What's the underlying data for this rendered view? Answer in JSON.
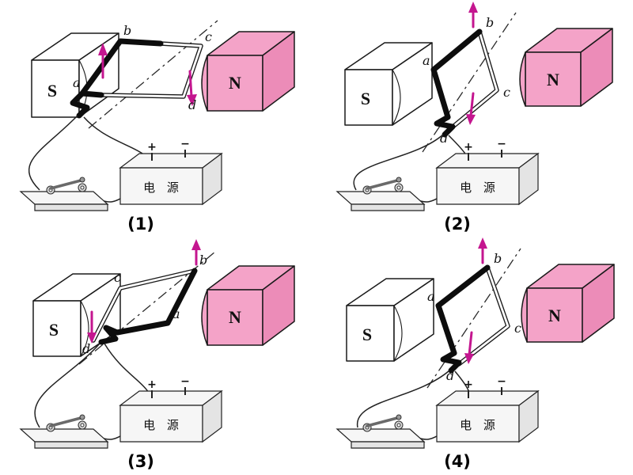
{
  "colors": {
    "magnet_n": "#f4a3c8",
    "magnet_n_side": "#ec8cb8",
    "arrow": "#c4168f"
  },
  "panels": [
    {
      "number": "(1)",
      "left_pole": "S",
      "right_pole": "N",
      "labels": {
        "a": "a",
        "b": "b",
        "c": "c",
        "d": "d"
      },
      "power_label": "电 源",
      "terminal_plus": "+",
      "terminal_minus": "−"
    },
    {
      "number": "(2)",
      "left_pole": "S",
      "right_pole": "N",
      "labels": {
        "a": "a",
        "b": "b",
        "c": "c",
        "d": "d"
      },
      "power_label": "电 源",
      "terminal_plus": "+",
      "terminal_minus": "−"
    },
    {
      "number": "(3)",
      "left_pole": "S",
      "right_pole": "N",
      "labels": {
        "a": "a",
        "b": "b",
        "c": "c",
        "d": "d"
      },
      "power_label": "电 源",
      "terminal_plus": "+",
      "terminal_minus": "−"
    },
    {
      "number": "(4)",
      "left_pole": "S",
      "right_pole": "N",
      "labels": {
        "a": "a",
        "b": "b",
        "c": "c",
        "d": "d"
      },
      "power_label": "电 源",
      "terminal_plus": "+",
      "terminal_minus": "−"
    }
  ]
}
